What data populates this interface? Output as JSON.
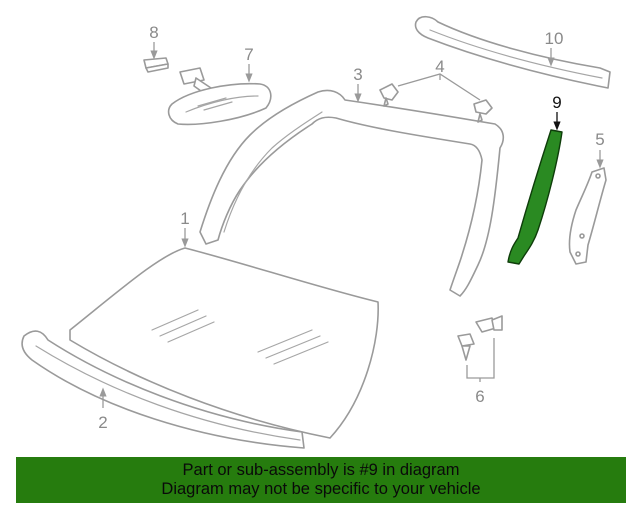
{
  "callouts": {
    "c1": "1",
    "c2": "2",
    "c3": "3",
    "c4": "4",
    "c5": "5",
    "c6": "6",
    "c7": "7",
    "c8": "8",
    "c9": "9",
    "c10": "10"
  },
  "highlighted_part": "9",
  "colors": {
    "highlight": "#2a8a22",
    "banner": "#267c0e",
    "line_art": "#9a9a9a"
  },
  "banner": {
    "line1": "Part or sub-assembly is #9 in diagram",
    "line2": "Diagram may not be specific to your vehicle"
  }
}
